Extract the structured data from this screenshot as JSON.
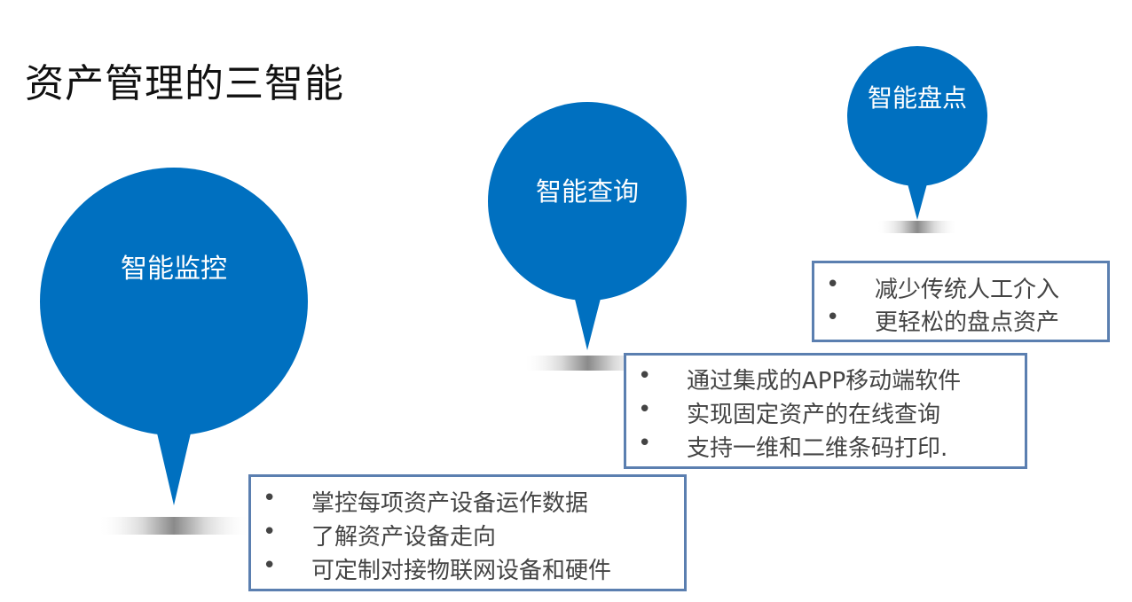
{
  "title": "资产管理的三智能",
  "colors": {
    "pin_blue": "#0070c0",
    "box_border": "#5b7fb0",
    "text_gray": "#444444"
  },
  "pins": {
    "monitor": {
      "label": "智能监控"
    },
    "query": {
      "label": "智能查询"
    },
    "inventory": {
      "label": "智能盘点"
    }
  },
  "boxes": {
    "monitor": {
      "items": [
        "掌控每项资产设备运作数据",
        "了解资产设备走向",
        "可定制对接物联网设备和硬件"
      ]
    },
    "query": {
      "items": [
        "通过集成的APP移动端软件",
        "实现固定资产的在线查询",
        "支持一维和二维条码打印."
      ]
    },
    "inventory": {
      "items": [
        "减少传统人工介入",
        "更轻松的盘点资产"
      ]
    }
  },
  "bullet_char": "•"
}
